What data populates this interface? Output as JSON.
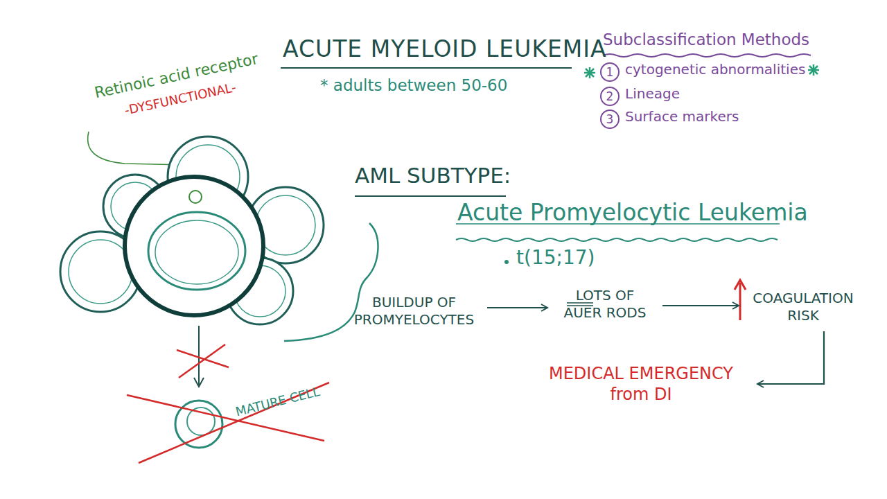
{
  "diagram": {
    "title": "ACUTE MYELOID LEUKEMIA",
    "nodes": [
      {
        "text": [
          "BUILDUP OF PROMYELOCYTES"
        ]
      },
      {
        "text": [
          "LOTS OF AUER RODS"
        ]
      },
      {
        "text": [
          "COAGULATION RISK"
        ]
      },
      {
        "text": [
          "MEDICAL EMERGENCY from DI"
        ]
      }
    ],
    "edges": [
      {
        "from": 0,
        "to": 1,
        "arrow": "to"
      },
      {
        "from": 1,
        "to": 2,
        "arrow": "to"
      },
      {
        "from": 2,
        "to": 3,
        "arrow": "to"
      }
    ],
    "labels": [
      "* adults between 50-60",
      "Subclassification Methods",
      "1",
      "cytogenetic abnormalities",
      "2",
      "Lineage",
      "3",
      "Surface markers",
      "Retinoic acid receptor",
      "-DYSFUNCTIONAL-",
      "AML SUBTYPE:",
      "Acute Promyelocytic Leukemia",
      "t(15;17)",
      "MATURE CELL"
    ]
  }
}
